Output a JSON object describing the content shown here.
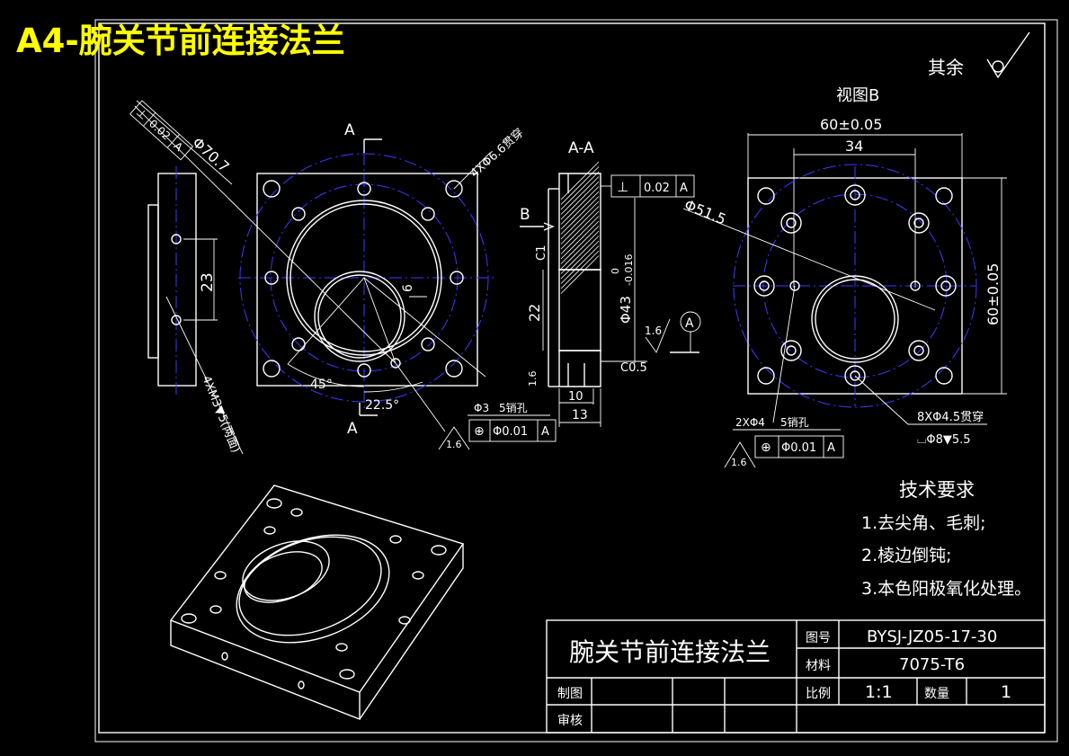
{
  "sheet": {
    "title": "A4-腕关节前连接法兰",
    "roughness_note": "其余"
  },
  "views": {
    "front": {
      "section_mark_top": "A",
      "section_mark_bottom": "A",
      "hole_callout": "4XΦ6.6贯穿",
      "bolt_circle": "Φ70.7",
      "perp_tol": "0.02",
      "perp_datum": "A",
      "dim_6": "6",
      "angle_45": "45°",
      "angle_22": "22.5°",
      "pin_hole": "Φ3",
      "pin_depth": "5销孔",
      "pos_tol": "Φ0.01",
      "pos_datum": "A",
      "roughness": "1.6"
    },
    "side": {
      "dim_23": "23",
      "thread_note": "4XM3▼5(两面)"
    },
    "section": {
      "label": "A-A",
      "view_arrow": "B",
      "perp_tol": "0.02",
      "perp_datum": "A",
      "chamfer_top": "C1",
      "dim_22": "22",
      "dim_bore": "Φ43",
      "bore_tol_upper": "0",
      "bore_tol_lower": "-0.016",
      "roughness": "1.6",
      "datum": "A",
      "chamfer_bottom": "C0.5",
      "roughness_low": "1.6",
      "dim_10": "10",
      "dim_13": "13"
    },
    "view_b": {
      "label": "视图B",
      "dim_width": "60±0.05",
      "dim_34": "34",
      "dim_height": "60±0.05",
      "dia_51": "Φ51.5",
      "pin_note": "2XΦ4",
      "pin_depth": "5销孔",
      "holes_note": "8XΦ4.5贯穿",
      "cbore_note": "⌴Φ8▼5.5",
      "pos_tol": "Φ0.01",
      "pos_datum": "A",
      "roughness": "1.6"
    }
  },
  "requirements": {
    "heading": "技术要求",
    "items": [
      "1.去尖角、毛刺;",
      "2.棱边倒钝;",
      "3.本色阳极氧化处理。"
    ]
  },
  "title_block": {
    "part_name": "腕关节前连接法兰",
    "drawing_no_label": "图号",
    "drawing_no": "BYSJ-JZ05-17-30",
    "material_label": "材料",
    "material": "7075-T6",
    "scale_label": "比例",
    "scale": "1:1",
    "qty_label": "数量",
    "qty": "1",
    "drawn_label": "制图",
    "checked_label": "审核"
  },
  "colors": {
    "title": "#ffff00",
    "line": "#ffffff",
    "center": "#3b3bff",
    "background": "#000000"
  }
}
